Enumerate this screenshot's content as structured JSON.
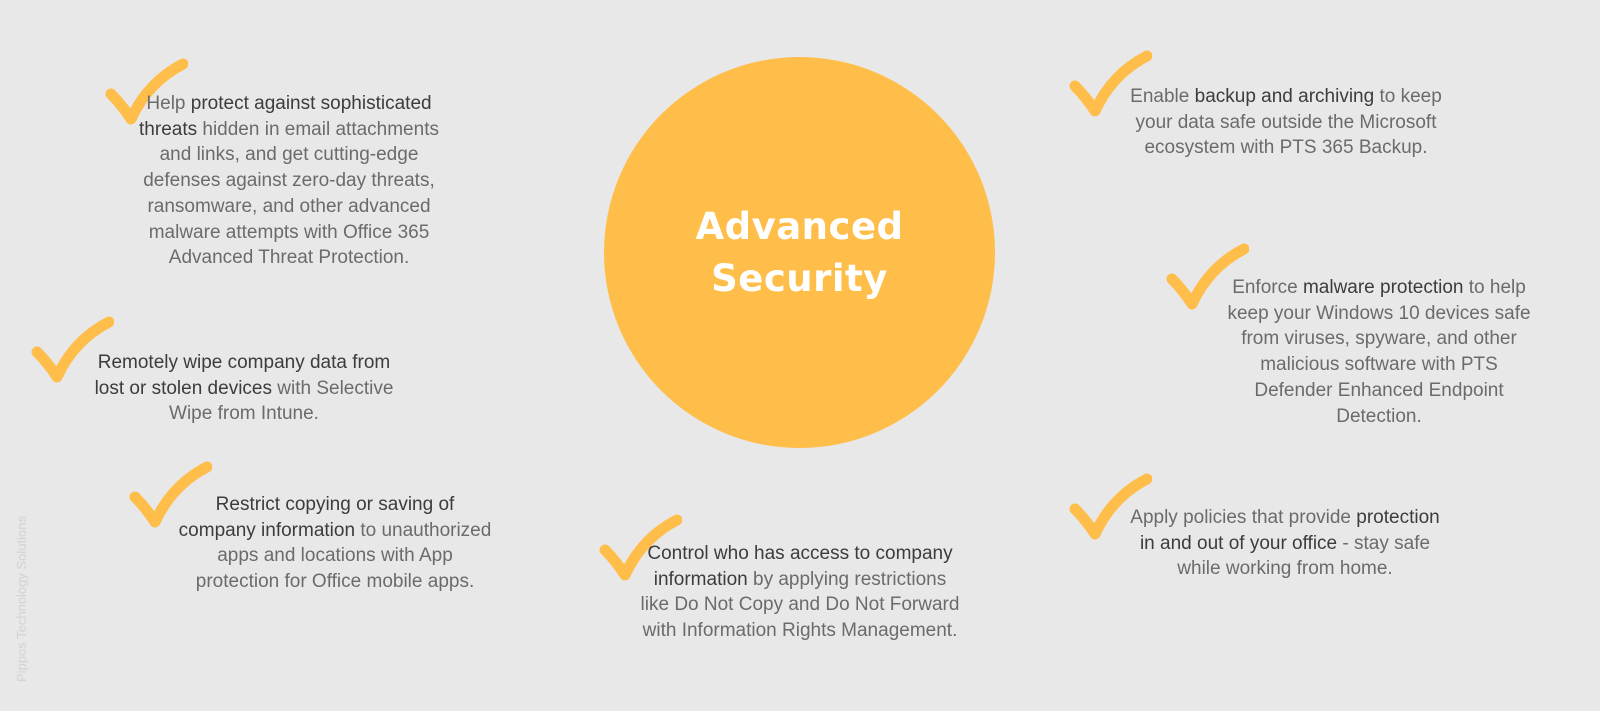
{
  "center": {
    "title": "Advanced\nSecurity"
  },
  "colors": {
    "background": "#e8e8e8",
    "accent": "#ffbd4a",
    "text": "#6b6b6b",
    "emphasis": "#3c3c3c"
  },
  "icons": {
    "check": "checkmark-icon"
  },
  "items": [
    {
      "id": "threats",
      "pre": "Help ",
      "bold": "protect against sophisticated threats",
      "post": " hidden in email attachments and links, and get cutting-edge defenses against zero-day threats, ransomware, and other advanced malware attempts with Office 365 Advanced Threat Protection."
    },
    {
      "id": "backup",
      "pre": "Enable ",
      "bold": "backup and archiving",
      "post": " to keep your data safe outside the Microsoft ecosystem with PTS 365 Backup."
    },
    {
      "id": "wipe",
      "pre": "",
      "bold": "Remotely wipe company data from lost or stolen devices",
      "post": " with Selective Wipe from Intune."
    },
    {
      "id": "malware",
      "pre": "Enforce ",
      "bold": "malware protection",
      "post": " to help keep your Windows 10 devices safe from viruses, spyware, and other malicious software with PTS Defender Enhanced Endpoint Detection."
    },
    {
      "id": "restrict",
      "pre": "",
      "bold": "Restrict copying or saving of company information",
      "post": " to unauthorized apps and locations with App protection for Office mobile apps."
    },
    {
      "id": "access",
      "pre": "",
      "bold": "Control who has access to company information",
      "post": " by applying restrictions like Do Not Copy and Do Not Forward with Information Rights Management."
    },
    {
      "id": "policies",
      "pre": "Apply policies that provide ",
      "bold": "protection in and out of your office",
      "post": " - stay safe while working from home."
    }
  ],
  "watermark": "Pippos Technology Solutions"
}
